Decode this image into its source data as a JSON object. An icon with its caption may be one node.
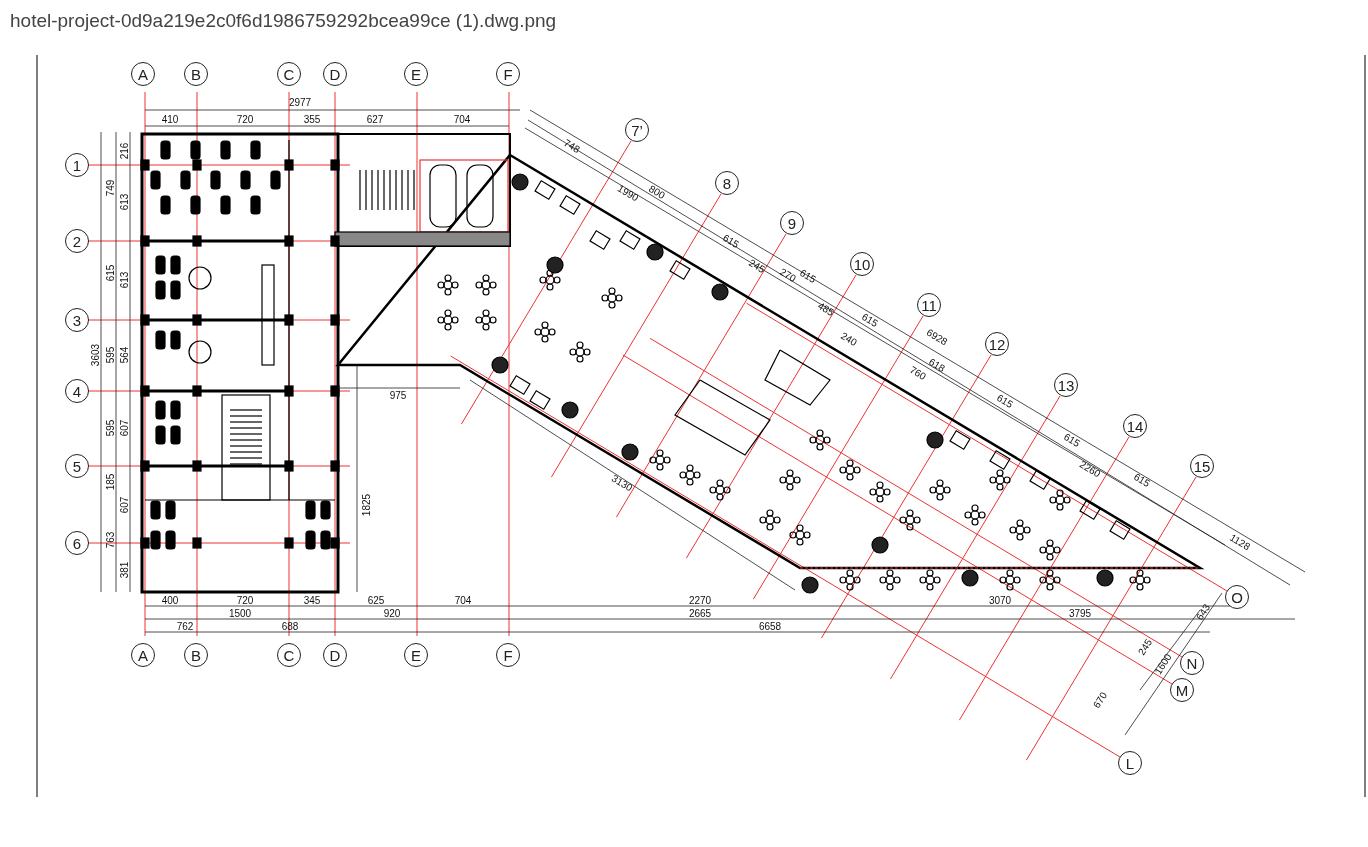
{
  "diagram": {
    "title": "hotel-project-0d9a219e2c0f6d1986759292bcea99ce (1).dwg.png",
    "nodes": [
      {
        "text": [
          "A"
        ]
      },
      {
        "text": [
          "B"
        ]
      },
      {
        "text": [
          "C"
        ]
      },
      {
        "text": [
          "D"
        ]
      },
      {
        "text": [
          "E"
        ]
      },
      {
        "text": [
          "F"
        ]
      },
      {
        "text": [
          "1"
        ]
      },
      {
        "text": [
          "2"
        ]
      },
      {
        "text": [
          "3"
        ]
      },
      {
        "text": [
          "4"
        ]
      },
      {
        "text": [
          "5"
        ]
      },
      {
        "text": [
          "6"
        ]
      },
      {
        "text": [
          "7’"
        ]
      },
      {
        "text": [
          "8"
        ]
      },
      {
        "text": [
          "9"
        ]
      },
      {
        "text": [
          "10"
        ]
      },
      {
        "text": [
          "11"
        ]
      },
      {
        "text": [
          "12"
        ]
      },
      {
        "text": [
          "13"
        ]
      },
      {
        "text": [
          "14"
        ]
      },
      {
        "text": [
          "15"
        ]
      },
      {
        "text": [
          "O"
        ]
      },
      {
        "text": [
          "N"
        ]
      },
      {
        "text": [
          "M"
        ]
      },
      {
        "text": [
          "L"
        ]
      },
      {
        "text": [
          "A"
        ]
      },
      {
        "text": [
          "B"
        ]
      },
      {
        "text": [
          "C"
        ]
      },
      {
        "text": [
          "D"
        ]
      },
      {
        "text": [
          "E"
        ]
      },
      {
        "text": [
          "F"
        ]
      }
    ],
    "labels": [
      "2977",
      "410",
      "720",
      "355",
      "627",
      "704",
      "216",
      "749",
      "613",
      "615",
      "613",
      "3603",
      "595",
      "564",
      "975",
      "595",
      "607",
      "185",
      "607",
      "1825",
      "763",
      "381",
      "748",
      "1990",
      "800",
      "615",
      "245",
      "270",
      "615",
      "485",
      "615",
      "240",
      "6928",
      "618",
      "760",
      "615",
      "615",
      "2260",
      "615",
      "1128",
      "3130",
      "400",
      "720",
      "345",
      "625",
      "704",
      "2270",
      "3070",
      "1500",
      "920",
      "2665",
      "3795",
      "762",
      "688",
      "6658",
      "643",
      "245",
      "1600",
      "670"
    ]
  }
}
